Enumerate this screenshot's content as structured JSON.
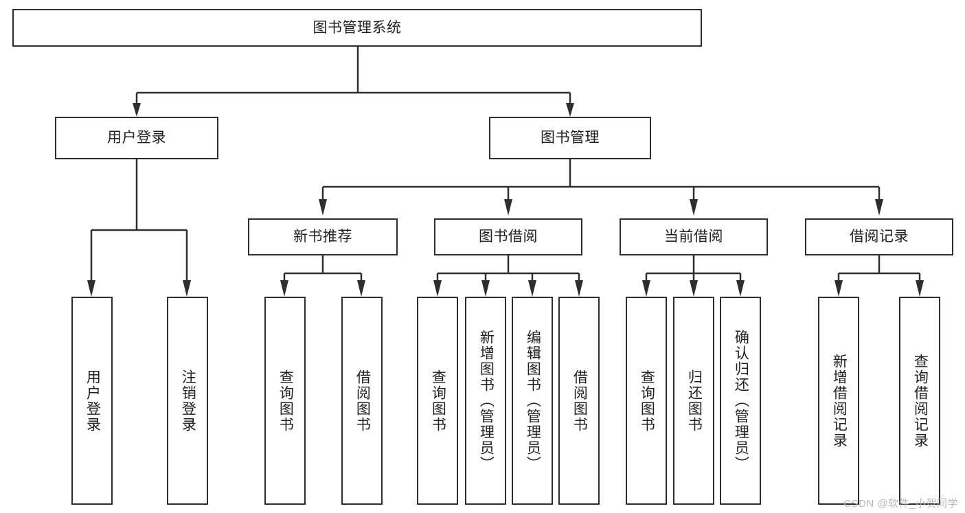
{
  "diagram": {
    "title": "图书管理系统",
    "type": "hierarchy-tree",
    "line_color": "#2e2e2e",
    "box_fill": "#ffffff",
    "text_color": "#202020",
    "levels": 4,
    "root": {
      "id": "root",
      "label": "图书管理系统",
      "orientation": "horizontal"
    },
    "level2": [
      {
        "id": "user-login",
        "label": "用户登录",
        "orientation": "horizontal"
      },
      {
        "id": "book-manage",
        "label": "图书管理",
        "orientation": "horizontal"
      }
    ],
    "level3": [
      {
        "id": "new-book-recommend",
        "label": "新书推荐",
        "orientation": "horizontal",
        "parent": "book-manage"
      },
      {
        "id": "book-borrow",
        "label": "图书借阅",
        "orientation": "horizontal",
        "parent": "book-manage"
      },
      {
        "id": "current-borrow",
        "label": "当前借阅",
        "orientation": "horizontal",
        "parent": "book-manage"
      },
      {
        "id": "borrow-record",
        "label": "借阅记录",
        "orientation": "horizontal",
        "parent": "book-manage"
      }
    ],
    "leaves": [
      {
        "id": "leaf-user-login",
        "label": "用户登录",
        "parent": "user-login",
        "orientation": "vertical"
      },
      {
        "id": "leaf-logout-login",
        "label": "注销登录",
        "parent": "user-login",
        "orientation": "vertical"
      },
      {
        "id": "leaf-query-book-1",
        "label": "查询图书",
        "parent": "new-book-recommend",
        "orientation": "vertical"
      },
      {
        "id": "leaf-borrow-book-1",
        "label": "借阅图书",
        "parent": "new-book-recommend",
        "orientation": "vertical"
      },
      {
        "id": "leaf-query-book-2",
        "label": "查询图书",
        "parent": "book-borrow",
        "orientation": "vertical"
      },
      {
        "id": "leaf-add-book",
        "label": "新增图书（管理员）",
        "parent": "book-borrow",
        "orientation": "vertical"
      },
      {
        "id": "leaf-edit-book",
        "label": "编辑图书（管理员）",
        "parent": "book-borrow",
        "orientation": "vertical"
      },
      {
        "id": "leaf-borrow-book-2",
        "label": "借阅图书",
        "parent": "book-borrow",
        "orientation": "vertical"
      },
      {
        "id": "leaf-query-book-3",
        "label": "查询图书",
        "parent": "current-borrow",
        "orientation": "vertical"
      },
      {
        "id": "leaf-return-book",
        "label": "归还图书",
        "parent": "current-borrow",
        "orientation": "vertical"
      },
      {
        "id": "leaf-confirm-return",
        "label": "确认归还（管理员）",
        "parent": "current-borrow",
        "orientation": "vertical"
      },
      {
        "id": "leaf-add-record",
        "label": "新增借阅记录",
        "parent": "borrow-record",
        "orientation": "vertical"
      },
      {
        "id": "leaf-query-record",
        "label": "查询借阅记录",
        "parent": "borrow-record",
        "orientation": "vertical"
      }
    ]
  },
  "watermark": {
    "text": "CSDN @软件_小贺同学"
  }
}
